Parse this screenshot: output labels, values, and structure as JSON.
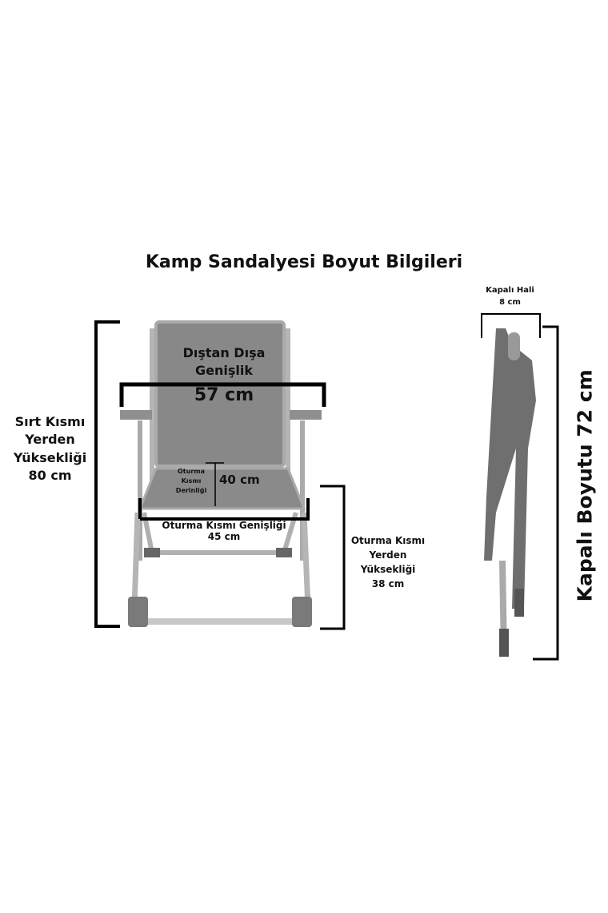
{
  "title": "Kamp Sandalyesi Boyut Bilgileri",
  "back_height": {
    "line1": "Sırt Kısmı",
    "line2": "Yerden",
    "line3": "Yüksekliği",
    "value": "80 cm"
  },
  "outer_width": {
    "line1": "Dıştan Dışa",
    "line2": "Genişlik",
    "value": "57 cm"
  },
  "seat_depth": {
    "line1": "Oturma",
    "line2": "Kısmı",
    "line3": "Derinliği",
    "value": "40 cm"
  },
  "seat_width": {
    "label": "Oturma Kısmı Genişliği",
    "value": "45 cm"
  },
  "seat_height": {
    "line1": "Oturma Kısmı",
    "line2": "Yerden",
    "line3": "Yüksekliği",
    "value": "38 cm"
  },
  "folded_thickness": {
    "label": "Kapalı Hali",
    "value": "8 cm"
  },
  "folded_size": {
    "label": "Kapalı Boyutu 72 cm"
  }
}
